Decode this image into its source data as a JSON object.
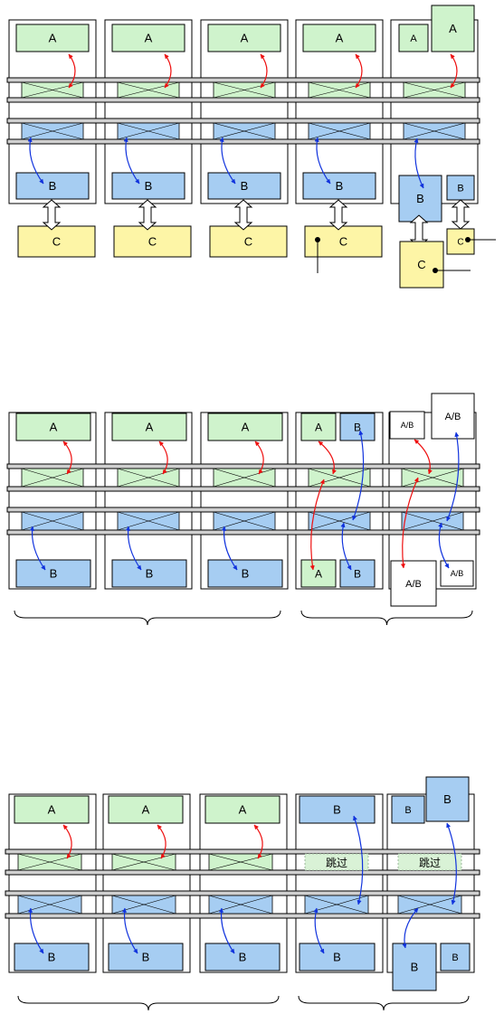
{
  "colors": {
    "a_fill": "#cff3cc",
    "b_fill": "#a6cdf2",
    "c_fill": "#fdf5a6",
    "red_arrow": "#ee1111",
    "blue_arrow": "#1133dd",
    "rail_fill": "#d0d0d0"
  },
  "labels": {
    "a": "A",
    "b": "B",
    "c": "C",
    "ab": "A/B",
    "skip": "跳过"
  },
  "icons": [
    "bidirectional-arrow-icon",
    "hollow-double-arrow-icon",
    "cross-box-icon",
    "brace-icon"
  ]
}
